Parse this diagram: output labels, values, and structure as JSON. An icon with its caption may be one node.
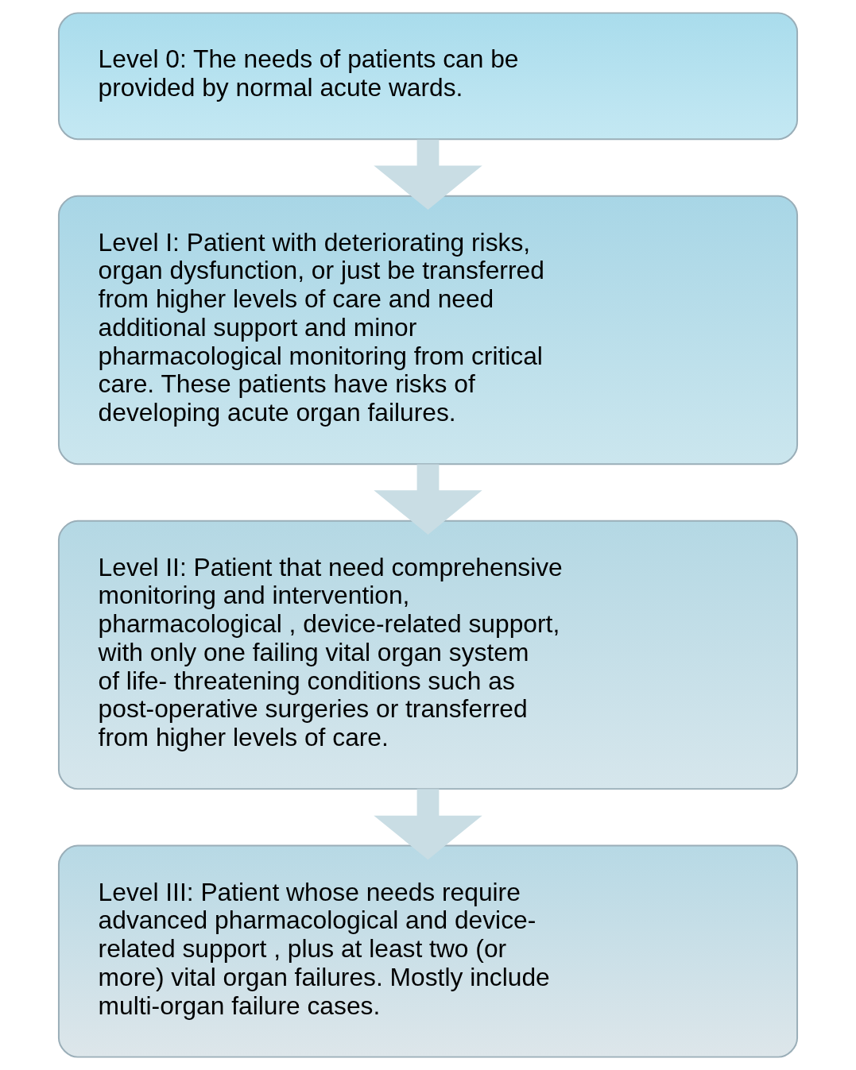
{
  "diagram": {
    "nodes": [
      {
        "text": [
          "Level 0: The needs of patients can be provided by normal acute wards."
        ]
      },
      {
        "text": [
          "Level I: Patient with deteriorating risks, organ dysfunction, or just be transferred from higher levels of care and need additional support and minor pharmacological monitoring from critical care. These patients have risks of developing acute organ failures."
        ]
      },
      {
        "text": [
          "Level II: Patient that need comprehensive monitoring and intervention, pharmacological , device-related support, with only one failing vital organ system of life- threatening conditions such as post-operative surgeries or transferred from higher levels of care."
        ]
      },
      {
        "text": [
          "Level III: Patient whose needs require advanced pharmacological and device-related support , plus at least two (or more) vital organ failures. Mostly include multi-organ failure cases."
        ]
      }
    ],
    "edges": [
      {
        "from": 0,
        "to": 1,
        "arrow": "to"
      },
      {
        "from": 1,
        "to": 2,
        "arrow": "to"
      },
      {
        "from": 2,
        "to": 3,
        "arrow": "to"
      }
    ]
  }
}
